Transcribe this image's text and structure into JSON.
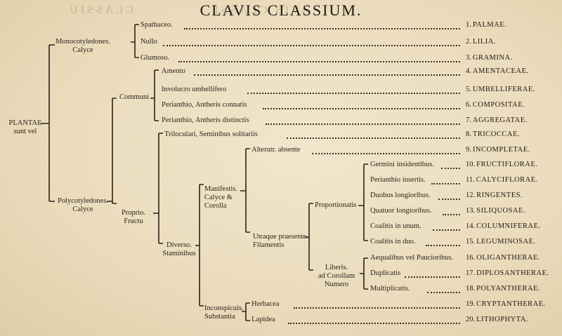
{
  "title": "CLAVIS CLASSIUM.",
  "bleed_through": [
    "CLASSIU",
    "AVIS CLASSI"
  ],
  "root": [
    "PLANTAE",
    "sunt vel"
  ],
  "groups": {
    "monocot": [
      "Monocotyledones.",
      "Calyce"
    ],
    "polycot": [
      "Polycotyledones.",
      "Calyce"
    ],
    "communi": "Communi",
    "proprio": [
      "Proprio.",
      "Fructu"
    ],
    "diverso": [
      "Diverso.",
      "Staminibus"
    ],
    "manifestis": [
      "Manifestis.",
      "Calyce &",
      "Corolla"
    ],
    "inconspicuis": [
      "Inconspicuis.",
      "Substantia"
    ],
    "utraque": [
      "Utraque praesente.",
      "Filamentis"
    ],
    "proportionatis": "Proportionatis",
    "liberis": [
      "Liberis.",
      "ad Corollam",
      "Numero"
    ]
  },
  "leaves": [
    "Spathaceo.",
    "Nullo",
    "Glumoso.",
    "Amento",
    "Involucro umbellifero",
    "Perianthio, Antheris connatis",
    "Perianthio, Antheris distinctis",
    "Triloculari, Seminibus solitariis",
    "Alterutr. absente",
    "Germini insidentibus.",
    "Perianthio insertis.",
    "Duobus longioribus.",
    "Quatuor longioribus.",
    "Coalitis in unum.",
    "Coalitis in duo.",
    "Aequalibus vel Paucioribus.",
    "Duplicatis",
    "Multiplicatis.",
    "Herbacea",
    "Lapidea"
  ],
  "classes": [
    {
      "num": "1.",
      "name": "PALMAE."
    },
    {
      "num": "2.",
      "name": "LILIA."
    },
    {
      "num": "3.",
      "name": "GRAMINA."
    },
    {
      "num": "4.",
      "name": "AMENTACEAE."
    },
    {
      "num": "5.",
      "name": "UMBELLIFERAE."
    },
    {
      "num": "6.",
      "name": "COMPOSITAE."
    },
    {
      "num": "7.",
      "name": "AGGREGATAE."
    },
    {
      "num": "8.",
      "name": "TRICOCCAE."
    },
    {
      "num": "9.",
      "name": "INCOMPLETAE."
    },
    {
      "num": "10.",
      "name": "FRUCTIFLORAE."
    },
    {
      "num": "11.",
      "name": "CALYCIFLORAE."
    },
    {
      "num": "12.",
      "name": "RINGENTES."
    },
    {
      "num": "13.",
      "name": "SILIQUOSAE."
    },
    {
      "num": "14.",
      "name": "COLUMNIFERAE."
    },
    {
      "num": "15.",
      "name": "LEGUMINOSAE."
    },
    {
      "num": "16.",
      "name": "OLIGANTHERAE."
    },
    {
      "num": "17.",
      "name": "DIPLOSANTHERAE."
    },
    {
      "num": "18.",
      "name": "POLYANTHERAE."
    },
    {
      "num": "19.",
      "name": "CRYPTANTHERAE."
    },
    {
      "num": "20.",
      "name": "LITHOPHYTA."
    }
  ]
}
